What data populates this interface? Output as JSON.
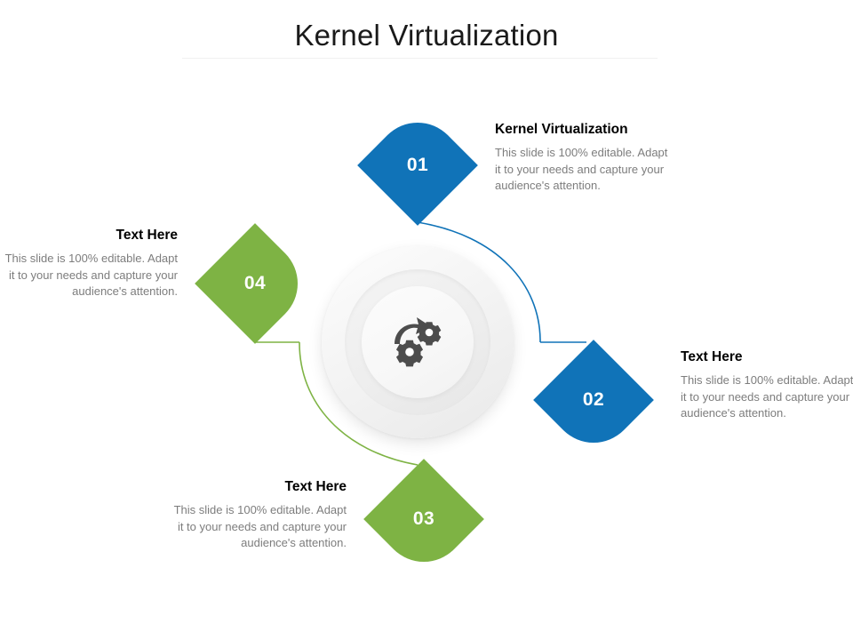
{
  "slide": {
    "title": "Kernel Virtualization",
    "colors": {
      "blue": "#1073b8",
      "green": "#7eb344",
      "heading": "#000000",
      "body": "#7d7d7d",
      "title": "#1a1a1a",
      "icon": "#4d4d4d"
    }
  },
  "center": {
    "icon_name": "gears-sync-icon",
    "icon_label": "Two gears with circular arrow"
  },
  "items": [
    {
      "number": "01",
      "heading": "Kernel Virtualization",
      "body": "This slide is 100% editable. Adapt it to your needs and capture your audience's attention.",
      "color": "#1073b8",
      "position": "top"
    },
    {
      "number": "02",
      "heading": "Text Here",
      "body": "This slide is 100% editable. Adapt it to your needs and capture your audience's attention.",
      "color": "#1073b8",
      "position": "right"
    },
    {
      "number": "03",
      "heading": "Text Here",
      "body": "This slide is 100% editable. Adapt it to your needs and capture your audience's attention.",
      "color": "#7eb344",
      "position": "bottom"
    },
    {
      "number": "04",
      "heading": "Text Here",
      "body": "This slide is 100% editable. Adapt it to your needs and capture your audience's attention.",
      "color": "#7eb344",
      "position": "left"
    }
  ]
}
